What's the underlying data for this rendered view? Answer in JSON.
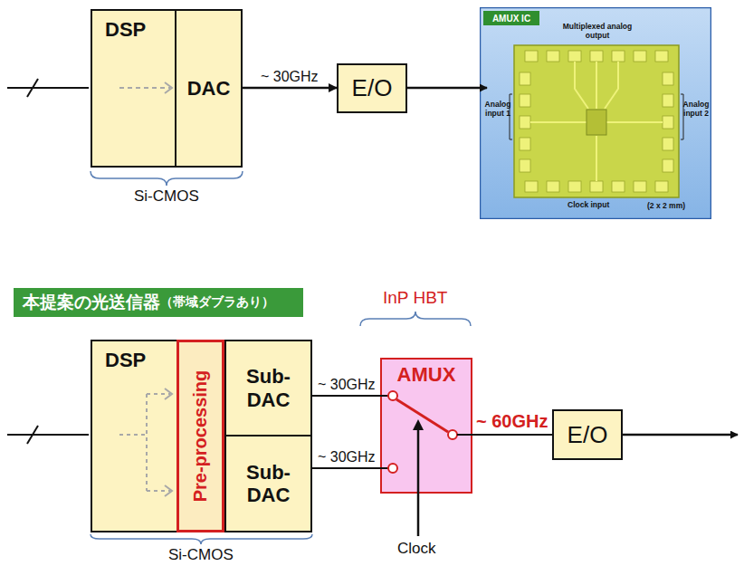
{
  "diagram": {
    "nodes": [
      {
        "text": [
          "DSP"
        ]
      },
      {
        "text": [
          "DAC"
        ],
        "in": 0
      },
      {
        "text": [
          "E/O"
        ]
      },
      {
        "text": [
          "AMUX IC"
        ]
      },
      {
        "text": [
          "本提案の光送信器",
          "（帯域ダブラあり）"
        ]
      },
      {
        "text": [
          "DSP"
        ]
      },
      {
        "text": [
          "Pre-processing"
        ],
        "in": 5
      },
      {
        "text": [
          "Sub-DAC"
        ],
        "in": 5
      },
      {
        "text": [
          "Sub-DAC"
        ],
        "in": 5
      },
      {
        "text": [
          "AMUX"
        ]
      },
      {
        "text": [
          "E/O"
        ]
      }
    ],
    "edges": [
      {
        "from": 1,
        "to": 2,
        "label": "~ 30GHz",
        "arrow": "to"
      },
      {
        "from": 7,
        "to": 9,
        "label": "~ 30GHz",
        "arrow": "none"
      },
      {
        "from": 8,
        "to": 9,
        "label": "~ 30GHz",
        "arrow": "none"
      },
      {
        "from": 9,
        "to": 10,
        "label": "~ 60GHz",
        "arrow": "none"
      }
    ],
    "labels": [
      "Si-CMOS",
      "Multiplexed analog output",
      "Analog input 1",
      "Analog input 2",
      "Clock input",
      "(2 x 2 mm)",
      "InP HBT",
      "Clock",
      "Si-CMOS"
    ]
  }
}
